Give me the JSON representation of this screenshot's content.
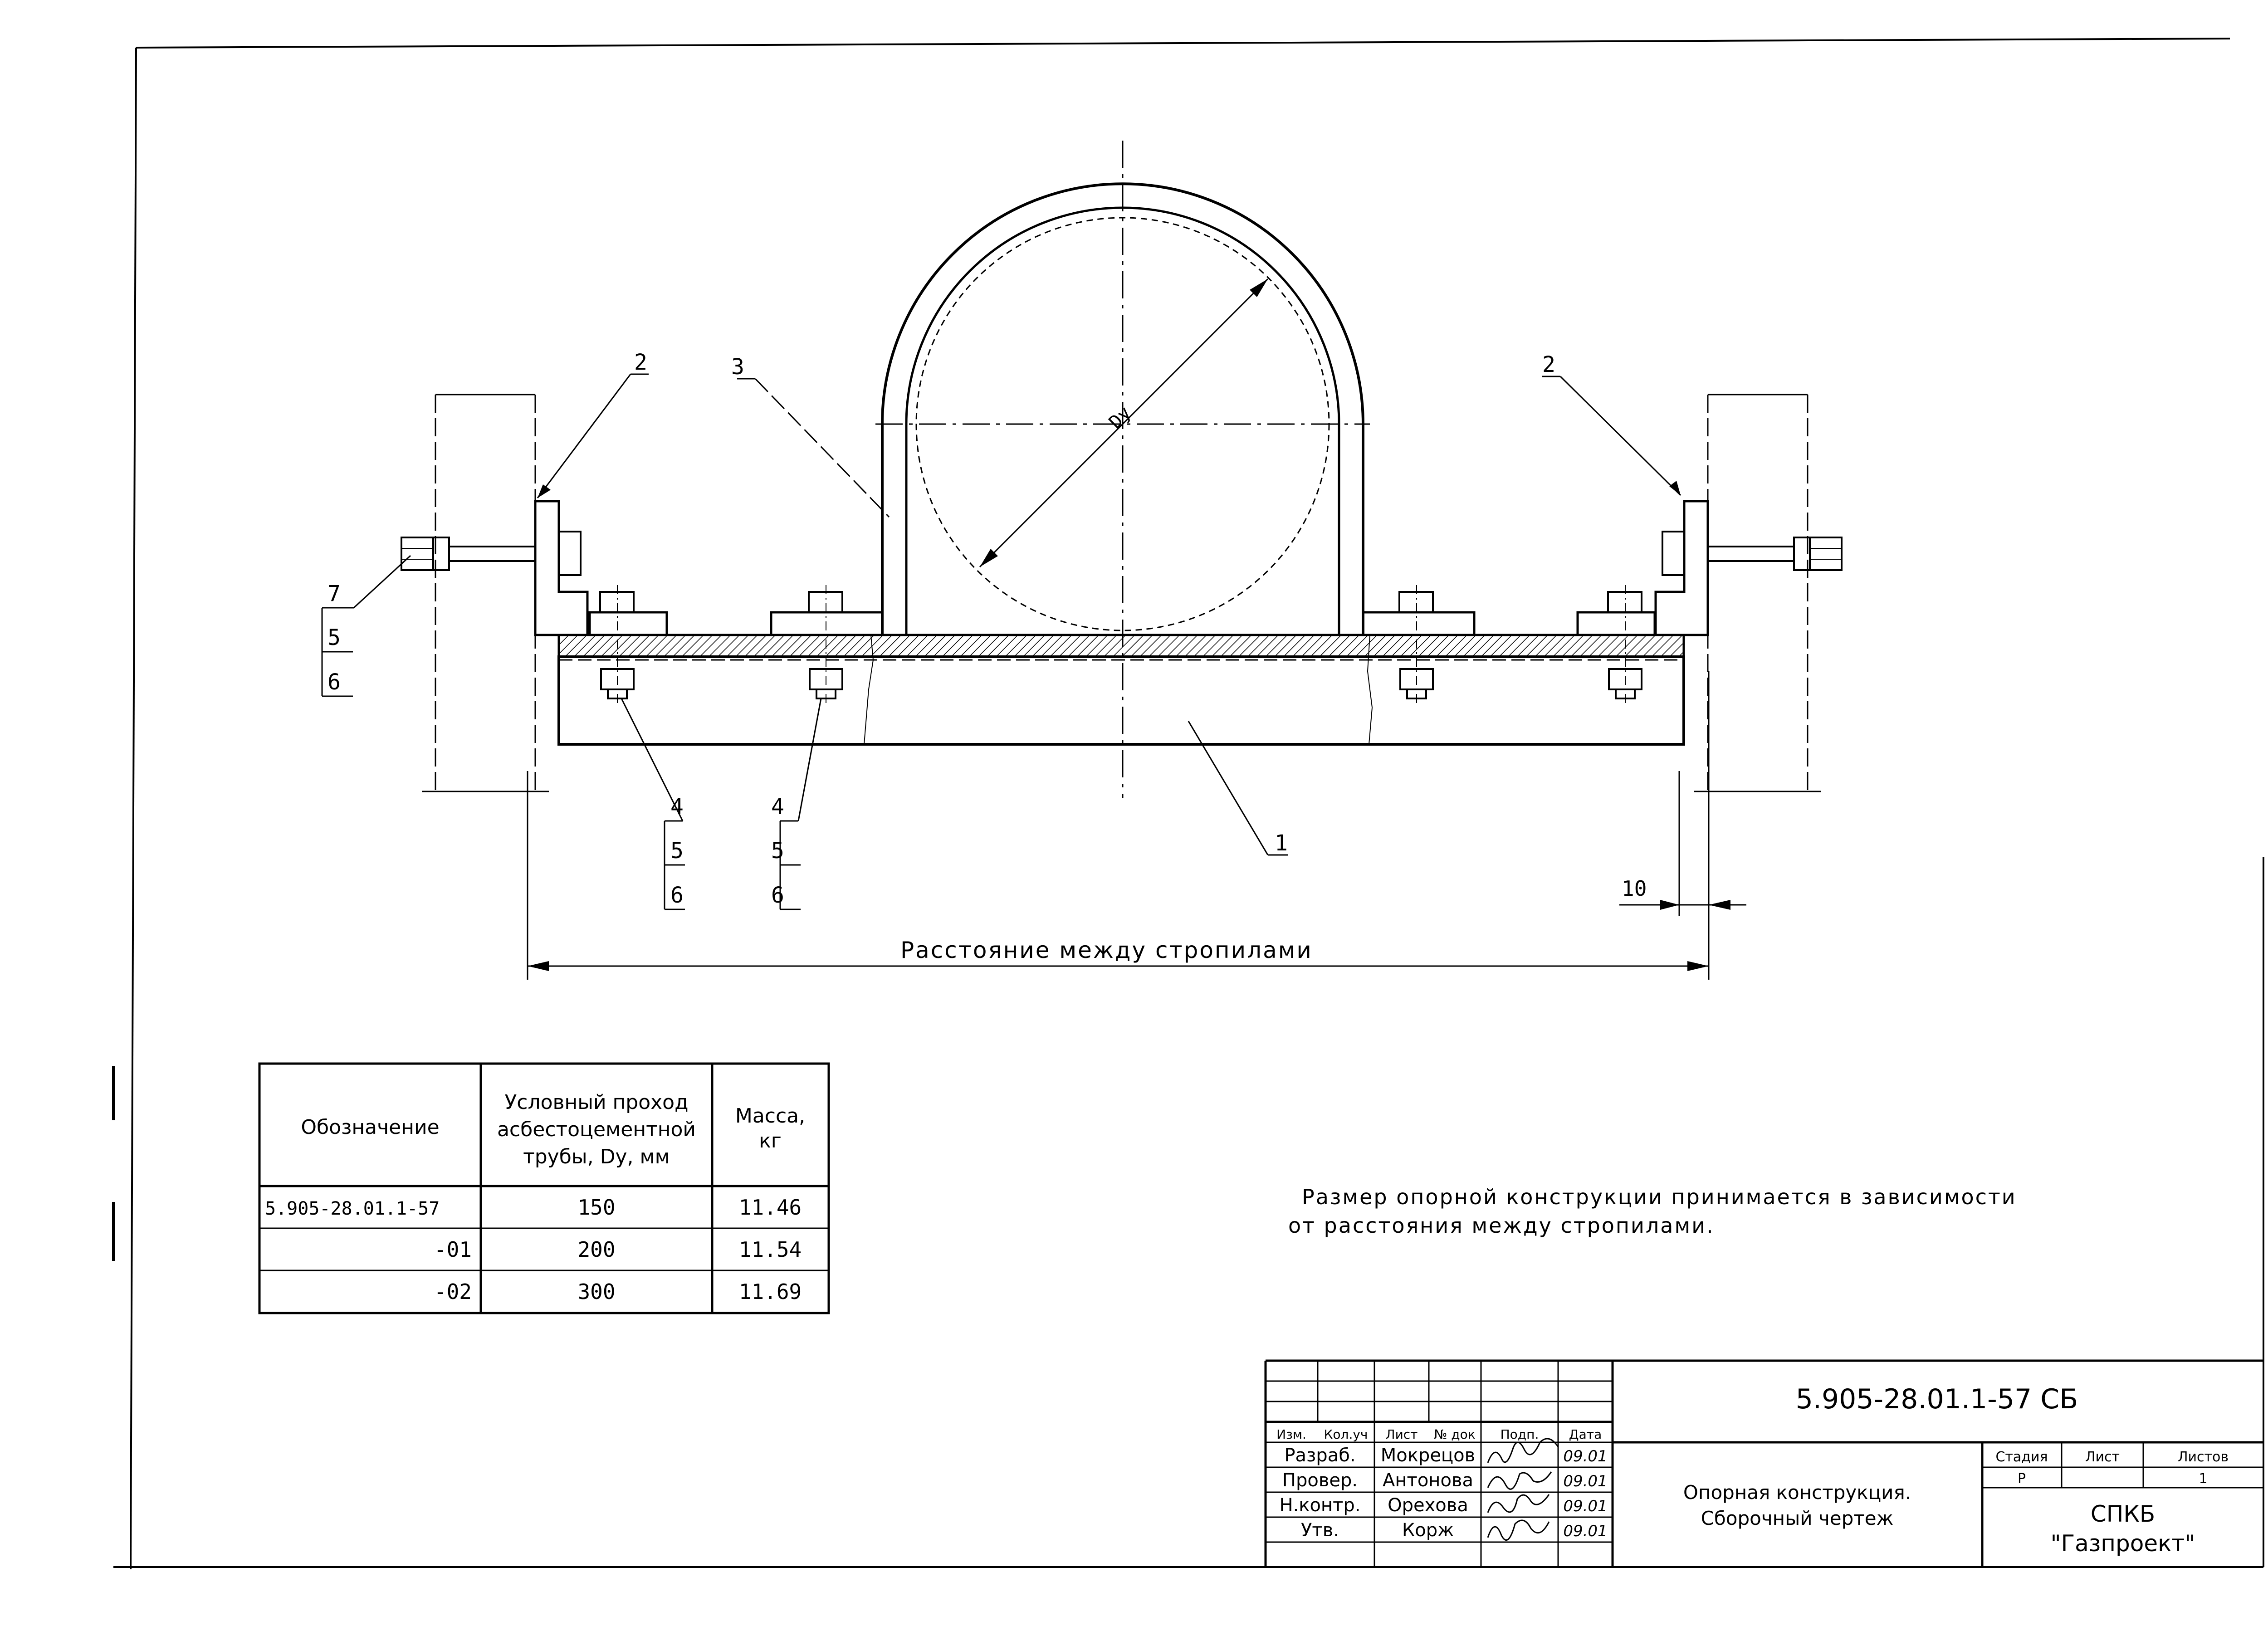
{
  "drawing": {
    "dimension_label": "Расстояние между стропилами",
    "dimension_offset": "10",
    "diameter_label": "Dy",
    "callouts": {
      "left_bracket": "2",
      "right_bracket": "2",
      "clamp": "3",
      "beam": "1",
      "left_bolt_stack": [
        "7",
        "5",
        "6"
      ],
      "bottom_bolt_stack_a": [
        "4",
        "5",
        "6"
      ],
      "bottom_bolt_stack_b": [
        "4",
        "5",
        "6"
      ]
    }
  },
  "spec_table": {
    "headers": {
      "designation": "Обозначение",
      "diameter": [
        "Условный проход",
        "асбестоцементной",
        "трубы, Dy, мм"
      ],
      "mass": [
        "Масса,",
        "кг"
      ]
    },
    "rows": [
      {
        "designation": "5.905-28.01.1-57",
        "diameter": "150",
        "mass": "11.46"
      },
      {
        "designation": "-01",
        "diameter": "200",
        "mass": "11.54"
      },
      {
        "designation": "-02",
        "diameter": "300",
        "mass": "11.69"
      }
    ]
  },
  "note": {
    "line1": "Размер опорной конструкции принимается в зависимости",
    "line2": "от расстояния между стропилами."
  },
  "title_block": {
    "doc_number": "5.905-28.01.1-57 СБ",
    "col_headers": [
      "Изм.",
      "Кол.уч",
      "Лист",
      "№ док",
      "Подп.",
      "Дата"
    ],
    "people": [
      {
        "role": "Разраб.",
        "name": "Мокрецов",
        "date": "09.01"
      },
      {
        "role": "Провер.",
        "name": "Антонова",
        "date": "09.01"
      },
      {
        "role": "Н.контр.",
        "name": "Орехова",
        "date": "09.01"
      },
      {
        "role": "Утв.",
        "name": "Корж",
        "date": "09.01"
      }
    ],
    "title_line1": "Опорная конструкция.",
    "title_line2": "Сборочный чертеж",
    "stage_label": "Стадия",
    "sheet_label": "Лист",
    "sheets_label": "Листов",
    "stage_value": "Р",
    "sheets_value": "1",
    "org_line1": "СПКБ",
    "org_line2": "\"Газпроект\""
  }
}
